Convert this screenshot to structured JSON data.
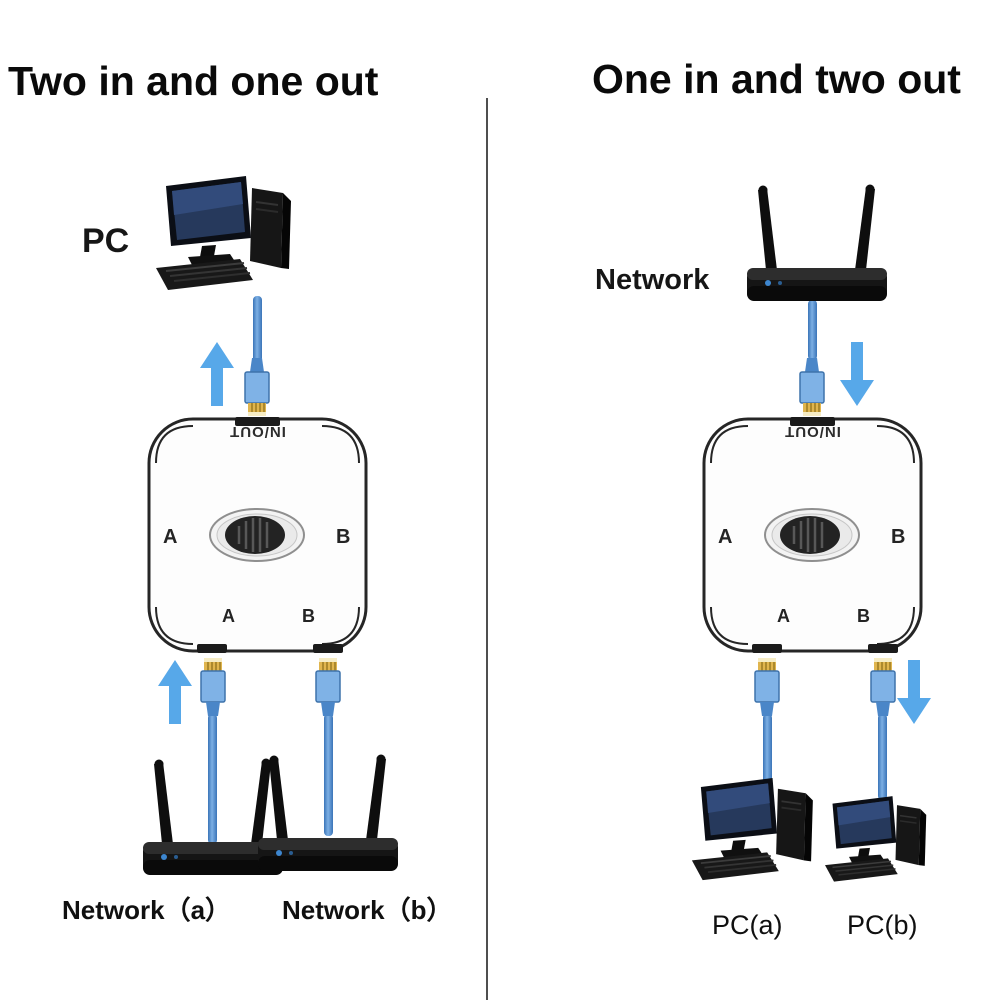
{
  "left": {
    "title": "Two in and one out",
    "pc_label": "PC",
    "network_a_label": "Network（a）",
    "network_b_label": "Network（b）"
  },
  "right": {
    "title": "One in and two out",
    "network_label": "Network",
    "pc_a_label": "PC(a)",
    "pc_b_label": "PC(b)"
  },
  "switch_labels": {
    "inout": "IN/OUT",
    "side_a": "A",
    "side_b": "B",
    "port_a": "A",
    "port_b": "B"
  },
  "colors": {
    "cable_blue": "#4a86c8",
    "connector_blue": "#7fb2e6",
    "arrow_blue": "#57a8e9",
    "pin_gold": "#e0b54e",
    "device_black": "#141414",
    "switch_outline": "#262626",
    "background": "#ffffff"
  }
}
